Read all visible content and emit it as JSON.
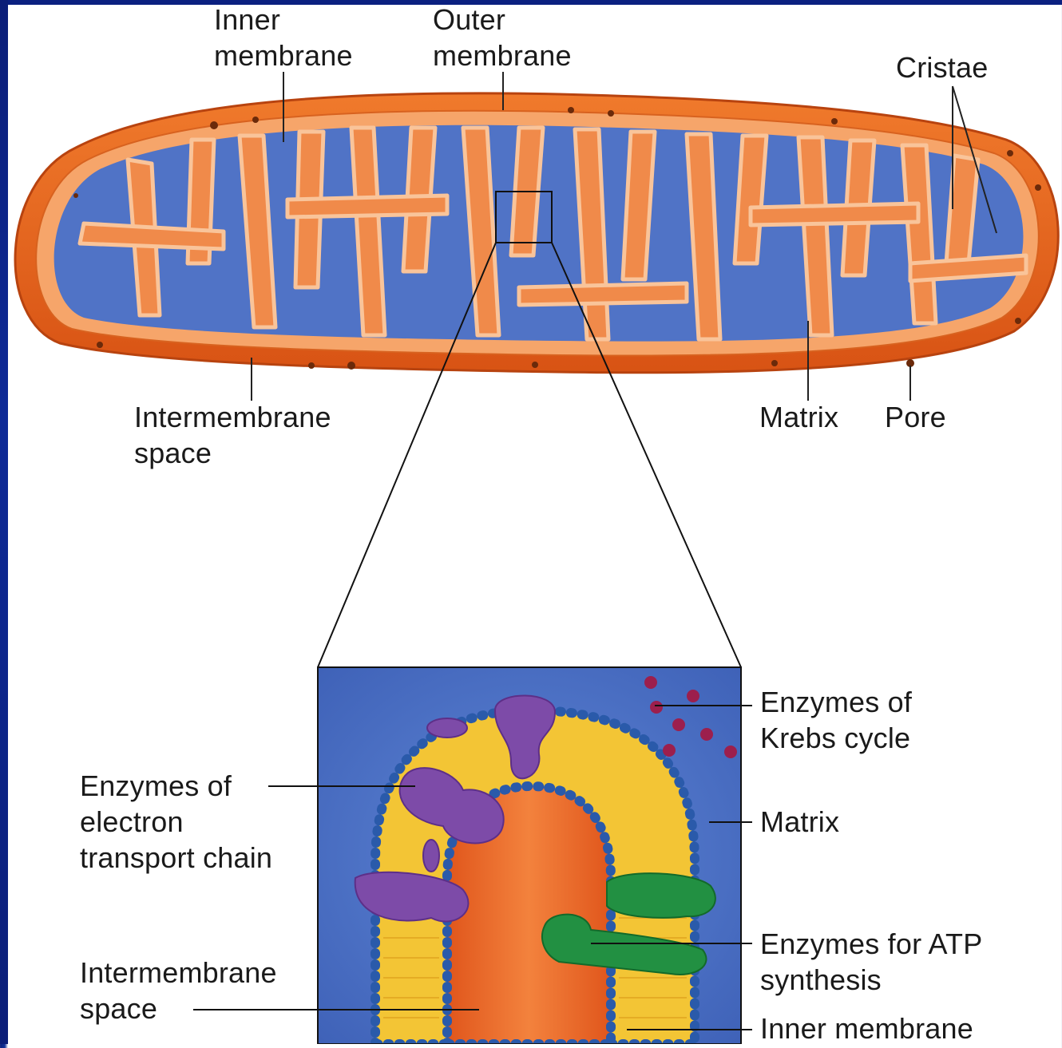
{
  "labels": {
    "inner_membrane_top": "Inner\nmembrane",
    "outer_membrane": "Outer\nmembrane",
    "cristae": "Cristae",
    "intermembrane_space_top": "Intermembrane\nspace",
    "matrix_top": "Matrix",
    "pore": "Pore",
    "enzymes_krebs": "Enzymes of\nKrebs cycle",
    "matrix_detail": "Matrix",
    "enzymes_etc": "Enzymes of\nelectron\ntransport chain",
    "enzymes_atp": "Enzymes for ATP\nsynthesis",
    "intermembrane_space_detail": "Intermembrane\nspace",
    "inner_membrane_detail": "Inner membrane"
  },
  "colors": {
    "outer_membrane": "#e8641e",
    "inner_membrane": "#f3a066",
    "matrix": "#4b6fc4",
    "phospholipid_heads": "#2a5aaa",
    "phospholipid_tails": "#f2c431",
    "etc_enzymes": "#7b4aa6",
    "atp_synthase": "#1f8b3a",
    "krebs_enzymes": "#9a1f4a"
  }
}
